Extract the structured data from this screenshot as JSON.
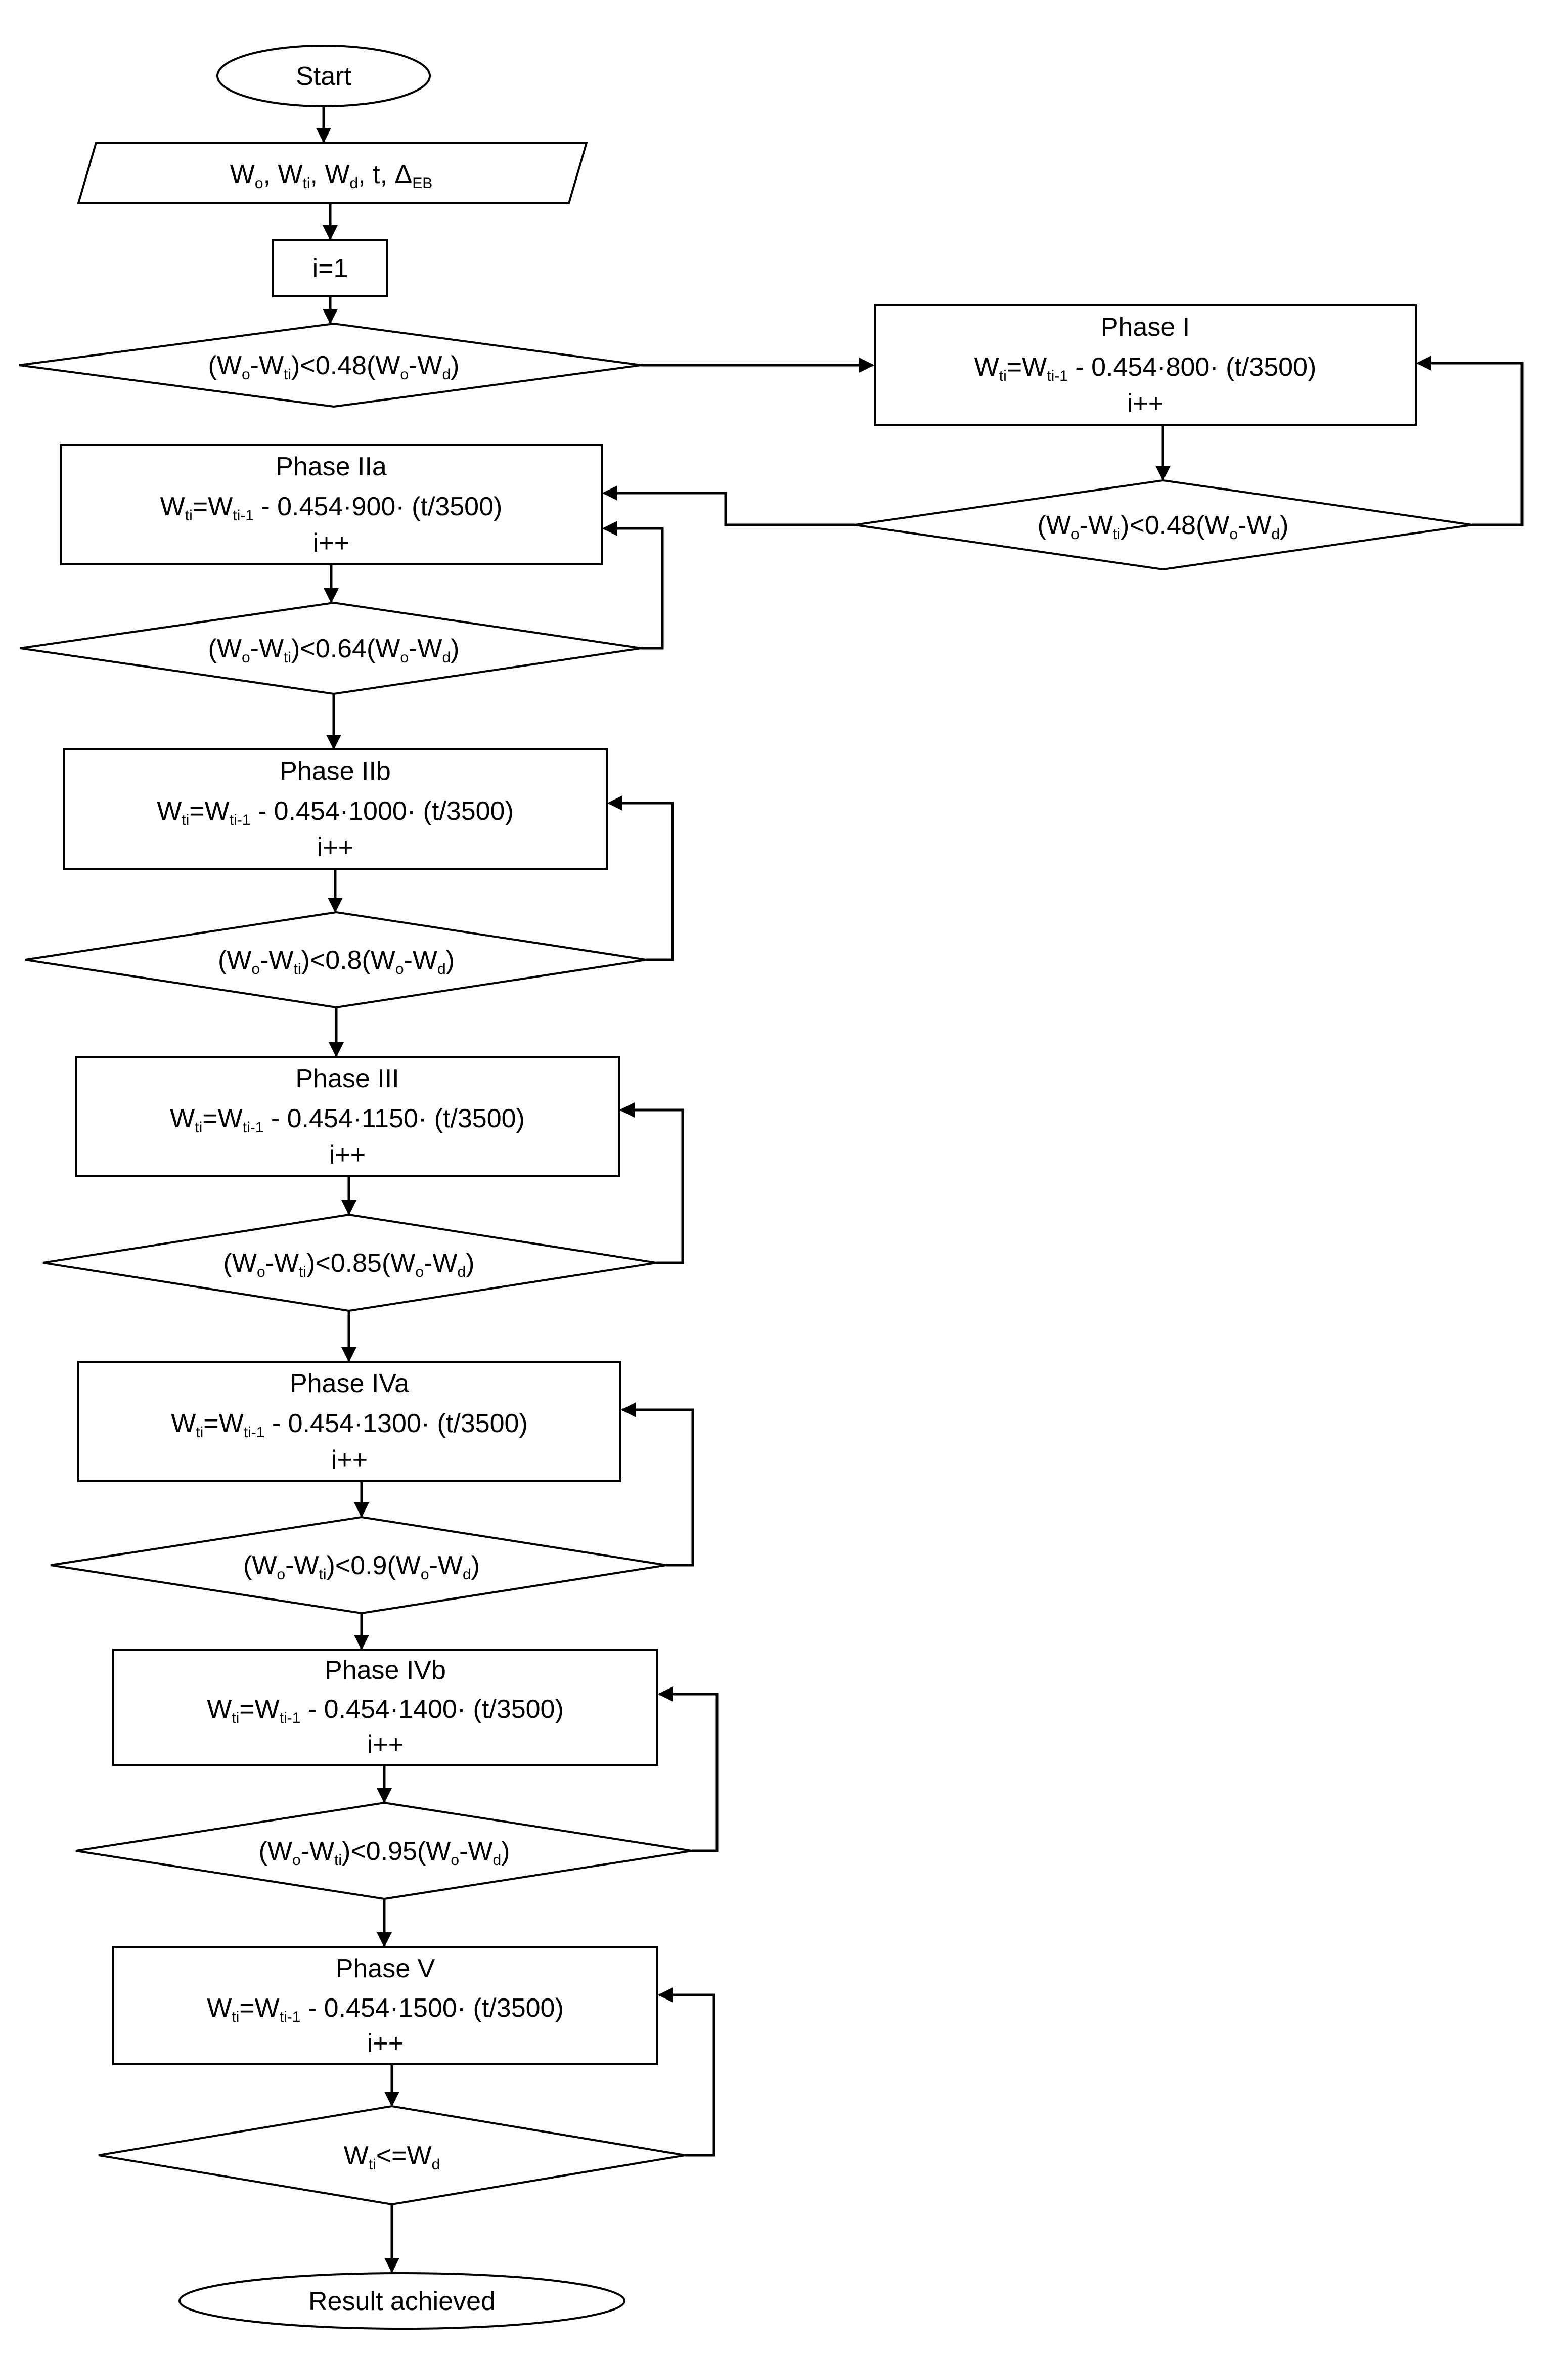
{
  "flowchart": {
    "start": "Start",
    "end": "Result achieved",
    "inputs": {
      "w0_main": "W",
      "w0_sub": "o",
      "wt_main": "W",
      "wt_sub": "ti",
      "wd_main": "W",
      "wd_sub": "d",
      "t": "t",
      "delta_main": "Δ",
      "delta_sub": "EB"
    },
    "init": "i=1",
    "increment": "i++",
    "phases": {
      "p1": {
        "title": "Phase I",
        "coeff": "800"
      },
      "p2a": {
        "title": "Phase IIa",
        "coeff": "900"
      },
      "p2b": {
        "title": "Phase IIb",
        "coeff": "1000"
      },
      "p3": {
        "title": "Phase III",
        "coeff": "1150"
      },
      "p4a": {
        "title": "Phase IVa",
        "coeff": "1300"
      },
      "p4b": {
        "title": "Phase IVb",
        "coeff": "1400"
      },
      "p5": {
        "title": "Phase V",
        "coeff": "1500"
      }
    },
    "formula": {
      "lhs_main": "W",
      "lhs_sub": "ti",
      "eq": "=",
      "prev_main": "W",
      "prev_sub": "ti-1",
      "minus": " - 0.454·",
      "tail": "· (t/3500)"
    },
    "conditions": {
      "c0": "0.48",
      "c1": "0.48",
      "c2a": "0.64",
      "c2b": "0.8",
      "c3": "0.85",
      "c4a": "0.9",
      "c4b": "0.95",
      "final_lhs_main": "W",
      "final_lhs_sub": "ti",
      "final_op": "<=",
      "final_rhs_main": "W",
      "final_rhs_sub": "d"
    },
    "cond_parts": {
      "open": "(W",
      "o": "o",
      "dash": "-W",
      "ti": "ti",
      "lt": ")<",
      "paren": "(W",
      "d": "d",
      "close": ")"
    }
  }
}
